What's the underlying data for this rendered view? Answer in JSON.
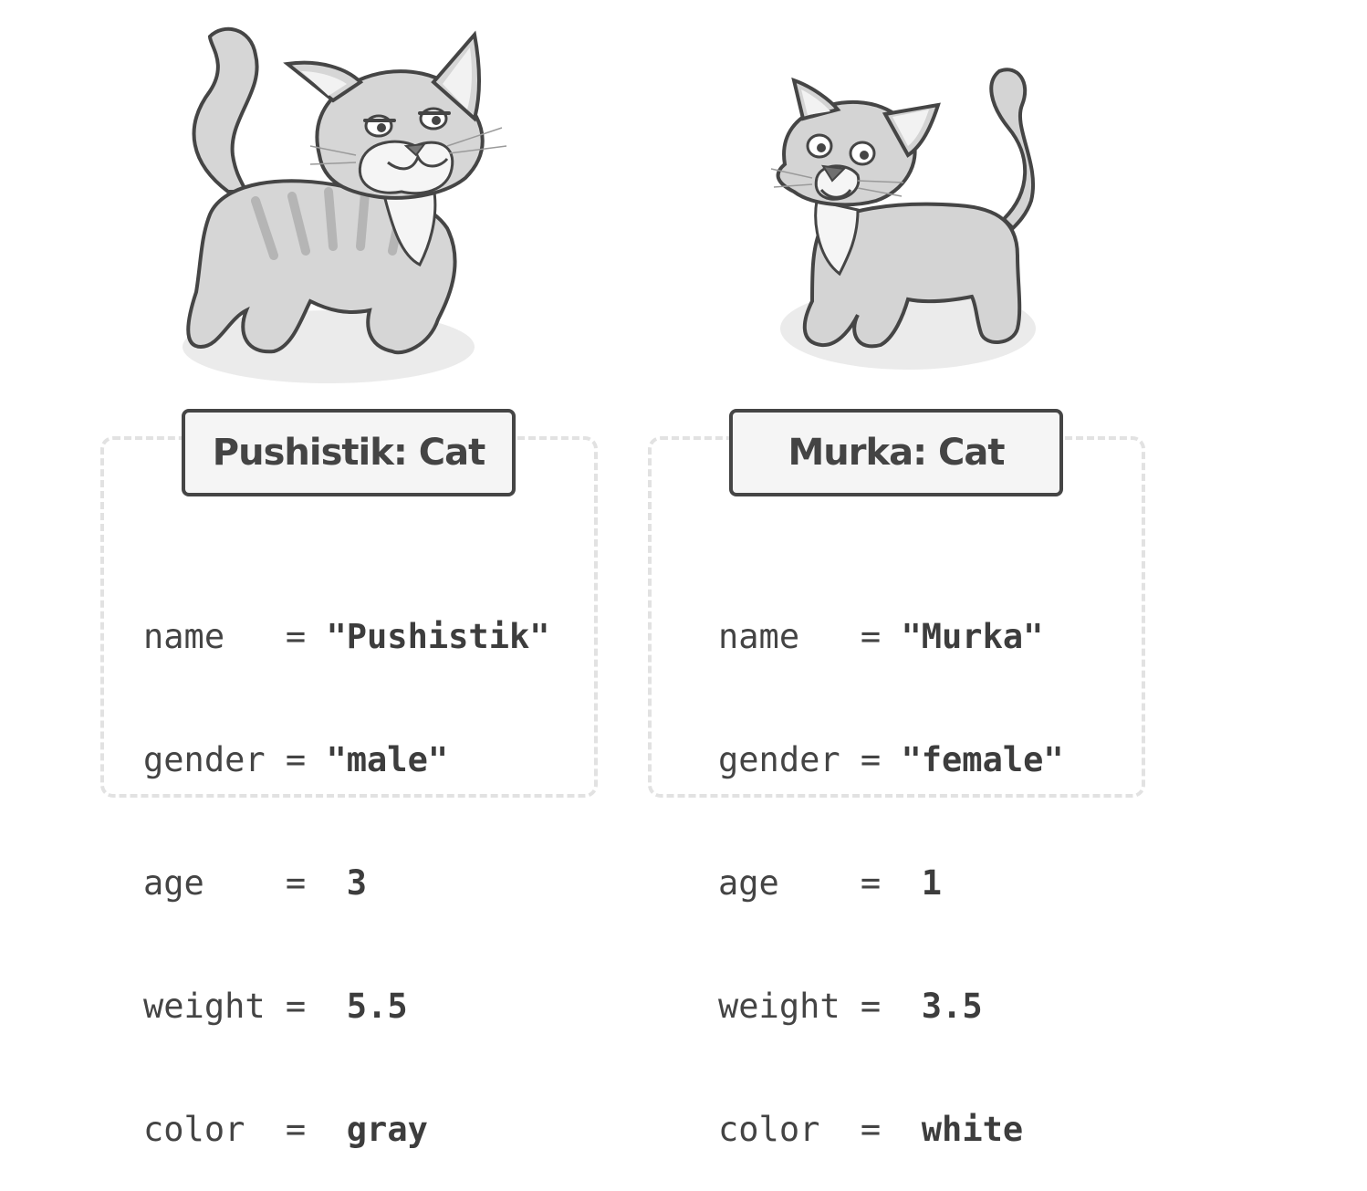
{
  "objects": [
    {
      "title": "Pushistik: Cat",
      "illustration": "tabby-cat-illustration",
      "fields": [
        {
          "name": "name  ",
          "eq": " = ",
          "value": "\"Pushistik\""
        },
        {
          "name": "gender",
          "eq": " = ",
          "value": "\"male\""
        },
        {
          "name": "age   ",
          "eq": " =  ",
          "value": "3"
        },
        {
          "name": "weight",
          "eq": " =  ",
          "value": "5.5"
        },
        {
          "name": "color ",
          "eq": " =  ",
          "value": "gray"
        }
      ]
    },
    {
      "title": "Murka: Cat",
      "illustration": "white-cat-illustration",
      "fields": [
        {
          "name": "name  ",
          "eq": " = ",
          "value": "\"Murka\""
        },
        {
          "name": "gender",
          "eq": " = ",
          "value": "\"female\""
        },
        {
          "name": "age   ",
          "eq": " =  ",
          "value": "1"
        },
        {
          "name": "weight",
          "eq": " =  ",
          "value": "3.5"
        },
        {
          "name": "color ",
          "eq": " =  ",
          "value": "white"
        }
      ]
    }
  ],
  "colors": {
    "outline": "#454545",
    "dashed_frame": "#e2e2e2",
    "title_fill": "#f5f5f5",
    "text": "#444444",
    "cat_gray": "#c8c8c8",
    "cat_light": "#d8d8d8"
  }
}
